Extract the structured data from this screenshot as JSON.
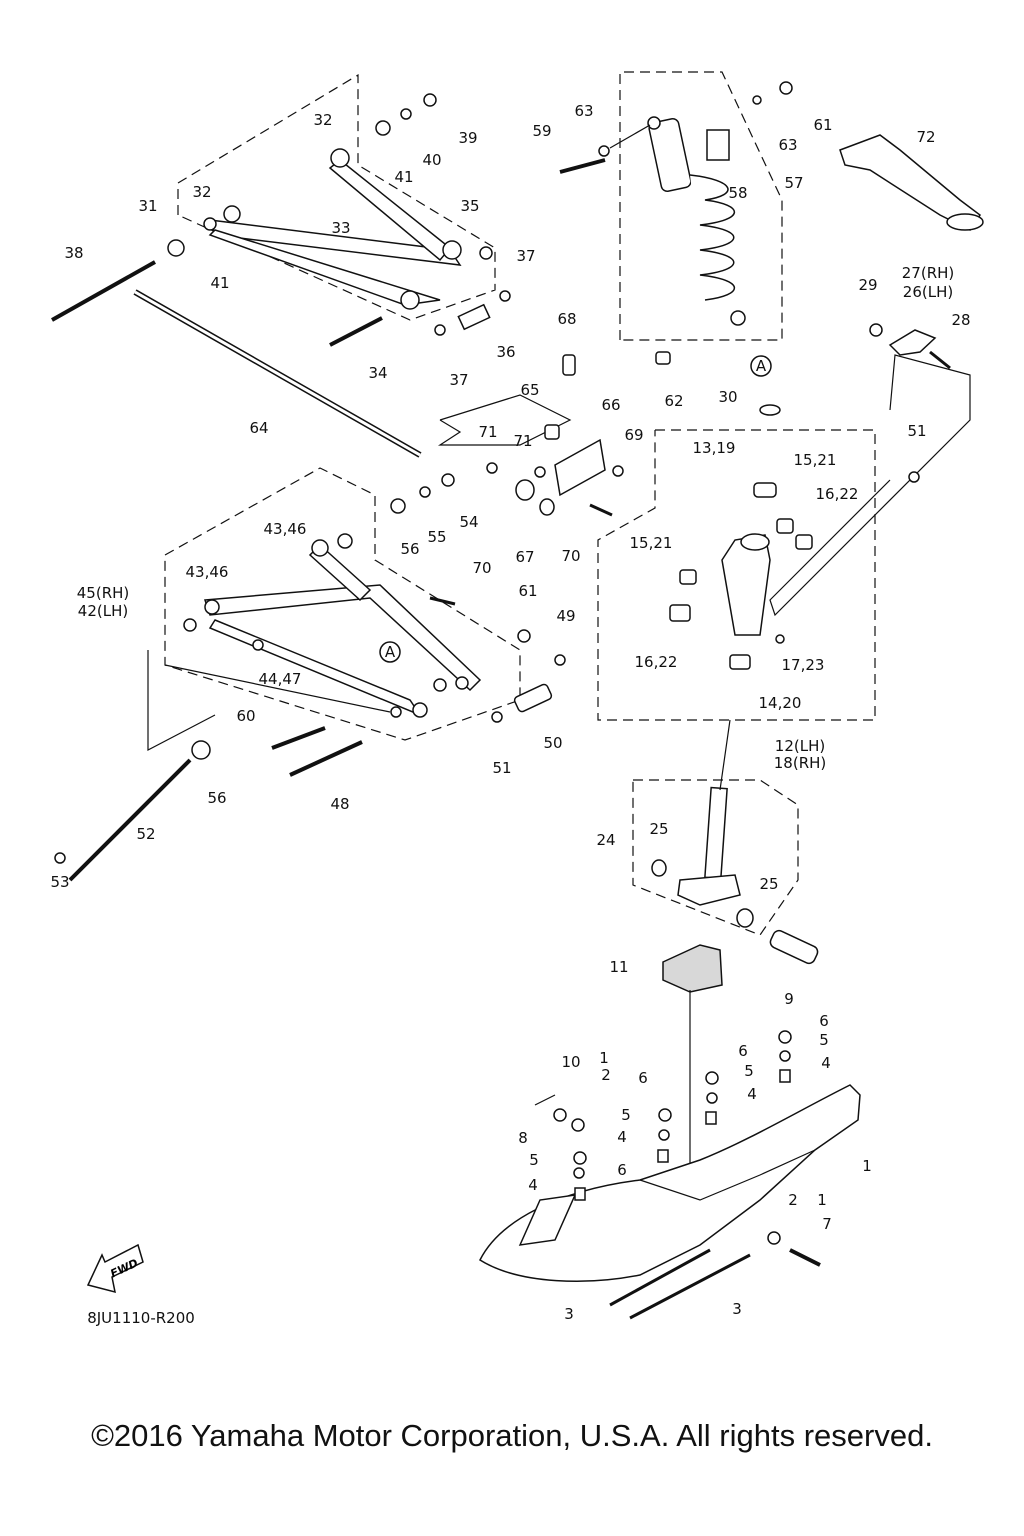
{
  "diagram": {
    "code": "8JU1110-R200",
    "fwd_label": "FWD",
    "copyright": "©2016 Yamaha Motor Corporation, U.S.A. All rights reserved.",
    "callout_a": "A",
    "labels": {
      "upper_arm": [
        "32",
        "39",
        "40",
        "41",
        "31",
        "32",
        "33",
        "35",
        "38",
        "41",
        "37",
        "34",
        "36",
        "37",
        "64"
      ],
      "shock": [
        "63",
        "59",
        "58",
        "57",
        "63",
        "61",
        "72",
        "62"
      ],
      "right": [
        "29",
        "27(RH)",
        "26(LH)",
        "28",
        "30",
        "51"
      ],
      "middle": [
        "68",
        "65",
        "66",
        "71",
        "71",
        "69",
        "13,19",
        "15,21",
        "16,22",
        "15,21",
        "16,22",
        "17,23",
        "14,20",
        "12(LH)",
        "18(RH)"
      ],
      "lower_arm": [
        "43,46",
        "56",
        "55",
        "54",
        "67",
        "70",
        "70",
        "43,46",
        "45(RH)",
        "42(LH)",
        "61",
        "49",
        "44,47",
        "60",
        "50",
        "51",
        "56",
        "48",
        "52",
        "53"
      ],
      "spindle": [
        "24",
        "25",
        "25",
        "11",
        "9"
      ],
      "ski": [
        "6",
        "5",
        "4",
        "6",
        "5",
        "4",
        "1",
        "2",
        "6",
        "10",
        "5",
        "4",
        "8",
        "5",
        "6",
        "4",
        "1",
        "2",
        "1",
        "7",
        "3",
        "3"
      ]
    }
  }
}
